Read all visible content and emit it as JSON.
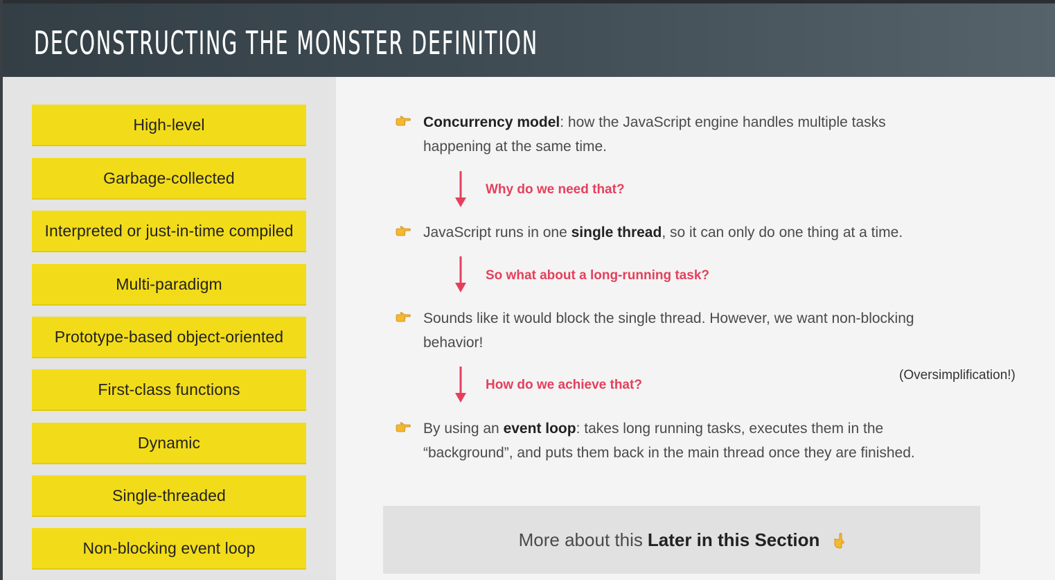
{
  "header": {
    "title": "DECONSTRUCTING THE MONSTER DEFINITION"
  },
  "sidebar": {
    "features": [
      "High-level",
      "Garbage-collected",
      "Interpreted or just-in-time compiled",
      "Multi-paradigm",
      "Prototype-based object-oriented",
      "First-class functions",
      "Dynamic",
      "Single-threaded",
      "Non-blocking event loop"
    ]
  },
  "main": {
    "bullets": [
      {
        "bold": "Concurrency model",
        "after": ": how the JavaScript engine handles multiple tasks happening at the same time."
      },
      {
        "before": "JavaScript runs in one ",
        "bold": "single thread",
        "after": ", so it can only do one thing at a time."
      },
      {
        "text": "Sounds like it would block the single thread. However, we want non-blocking behavior!"
      },
      {
        "before": "By using an ",
        "bold": "event loop",
        "after": ": takes long running tasks, executes them in the “background”, and puts them back in the main thread once they are finished."
      }
    ],
    "questions": [
      "Why do we need that?",
      "So what about a long-running task?",
      "How do we achieve that?"
    ],
    "note": "(Oversimplification!)",
    "callout": {
      "prefix": "More about this",
      "bold": "Later in this Section"
    }
  },
  "colors": {
    "feature_bg": "#f2dc1a",
    "question": "#e4405c",
    "header": "#3f4b53"
  },
  "icons": {
    "bullet": "hand-pointing-right-icon",
    "callout": "hand-pointing-down-icon",
    "arrow": "arrow-down-icon"
  }
}
